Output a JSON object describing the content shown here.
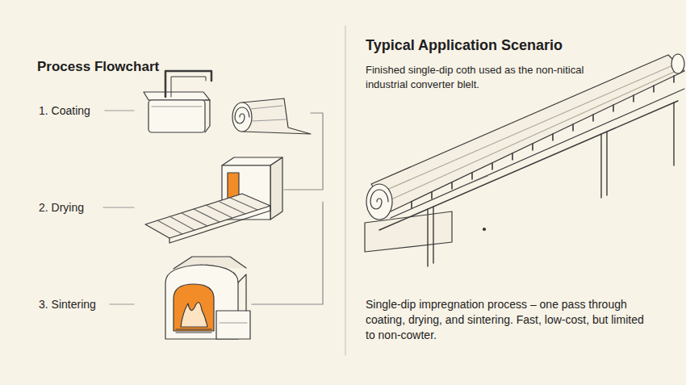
{
  "diagram": {
    "labels": [
      "Process Flowchart",
      "1. Coating",
      "2. Drying",
      "3. Sintering",
      "Typical Application Scenario",
      "Finished single-dip coth used as the non-nitical industrial converter blelt.",
      "Single-dip impregnation process – one pass through coating, drying, and sintering. Fast, low-cost, but limited to non-cowter."
    ]
  }
}
